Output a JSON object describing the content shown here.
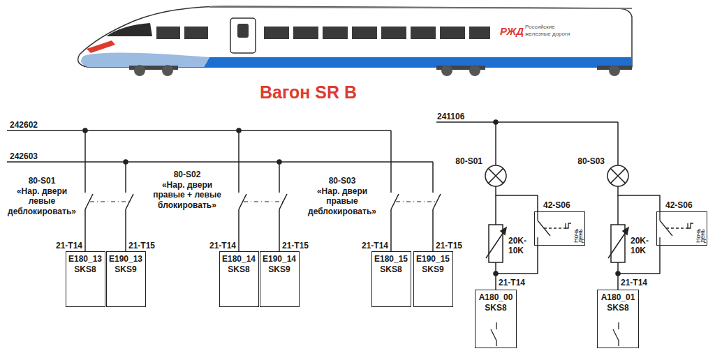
{
  "diagram": {
    "title": "Вагон SR B",
    "nodes": [
      {
        "text": [
          "E180_13 SKS8"
        ]
      },
      {
        "text": [
          "E190_13 SKS9"
        ]
      },
      {
        "text": [
          "E180_14 SKS8"
        ]
      },
      {
        "text": [
          "E190_14 SKS9"
        ]
      },
      {
        "text": [
          "E180_15 SKS8"
        ]
      },
      {
        "text": [
          "E190_15 SKS9"
        ]
      },
      {
        "text": [
          "Ночь",
          "день"
        ]
      },
      {
        "text": [
          "A180_00 SKS8"
        ]
      },
      {
        "text": [
          "Ночь",
          "день"
        ]
      },
      {
        "text": [
          "A180_01 SKS8"
        ]
      }
    ],
    "labels": [
      "РЖД",
      "Российские железные дороги",
      "242602",
      "242603",
      "80-S01",
      "«Нар. двери левые деблокировать»",
      "21-T14",
      "21-T15",
      "80-S02",
      "«Нар. двери правые + левые блокировать»",
      "21-T14",
      "21-T15",
      "80-S03",
      "«Нар. двери правые деблокировать»",
      "21-T14",
      "21-T15",
      "241106",
      "80-S01",
      "42-S06",
      "20K- 10K",
      "21-T14",
      "80-S03",
      "42-S06",
      "20K- 10K",
      "21-T14"
    ]
  }
}
